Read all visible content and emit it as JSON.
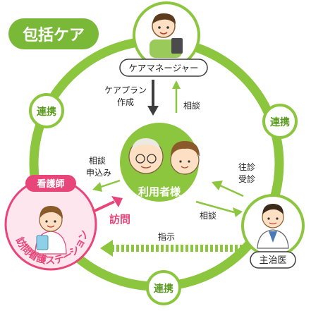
{
  "title": "包括ケア",
  "center": {
    "label": "利用者様"
  },
  "care_manager": {
    "label": "ケアマネージャー"
  },
  "doctor": {
    "label": "主治医"
  },
  "nurse": {
    "role_label": "看護師",
    "station_label": "訪問看護ステーション"
  },
  "links": {
    "renkei": "連携",
    "care_plan_line1": "ケアプラン",
    "care_plan_line2": "作成",
    "soudan": "相談",
    "soudan_line1": "相談",
    "moushikomi": "申込み",
    "oushin": "往診",
    "jushin": "受診",
    "shiji": "指示",
    "houmon": "訪問"
  },
  "colors": {
    "ring_green": "#8cc63f",
    "dark_green": "#5a9a1e",
    "title_bg": "#7ab838",
    "pink": "#e8457a",
    "pink_fill": "#fde6ee",
    "arrow_dark": "#3d3d3d"
  }
}
